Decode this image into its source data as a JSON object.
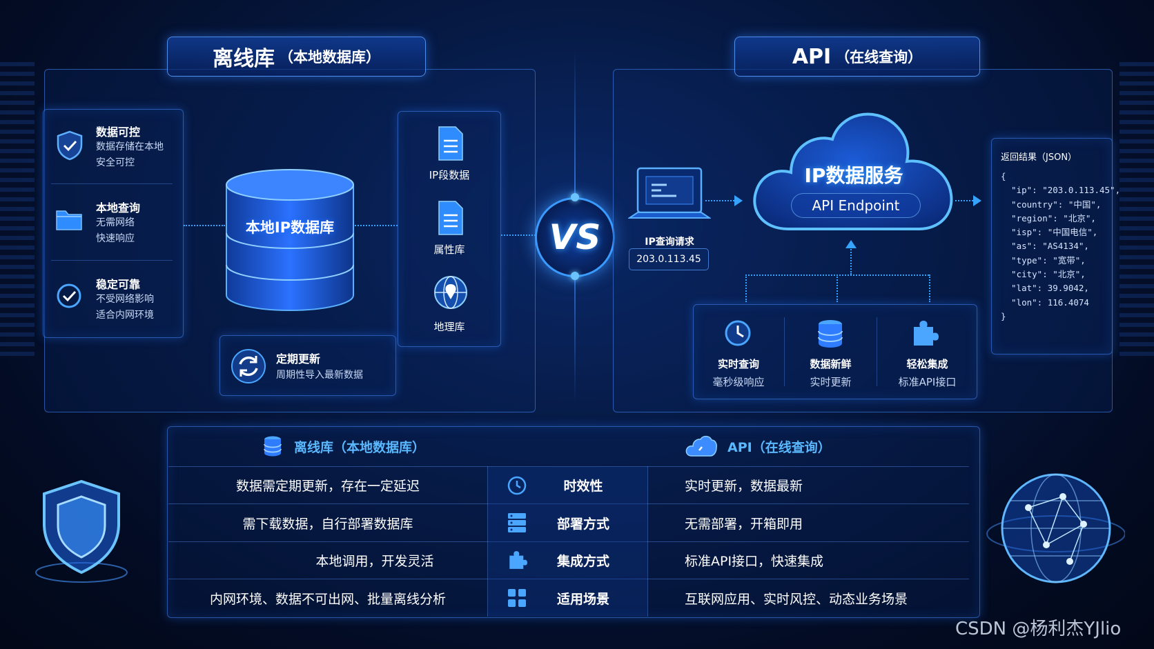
{
  "offline": {
    "title": "离线库",
    "subtitle": "（本地数据库）",
    "features": [
      {
        "title": "数据可控",
        "desc1": "数据存储在本地",
        "desc2": "安全可控"
      },
      {
        "title": "本地查询",
        "desc1": "无需网络",
        "desc2": "快速响应"
      },
      {
        "title": "稳定可靠",
        "desc1": "不受网络影响",
        "desc2": "适合内网环境"
      }
    ],
    "db_label": "本地IP数据库",
    "update_title": "定期更新",
    "update_desc": "周期性导入最新数据",
    "libs": [
      "IP段数据",
      "属性库",
      "地理库"
    ]
  },
  "vs_label": "VS",
  "api": {
    "title": "API",
    "subtitle": "（在线查询）",
    "request_label": "IP查询请求",
    "request_ip": "203.0.113.45",
    "cloud_title": "IP数据服务",
    "cloud_endpoint": "API Endpoint",
    "features": [
      {
        "title": "实时查询",
        "desc": "毫秒级响应"
      },
      {
        "title": "数据新鲜",
        "desc": "实时更新"
      },
      {
        "title": "轻松集成",
        "desc": "标准API接口"
      }
    ],
    "result_title": "返回结果（JSON）",
    "json_lines": [
      "{",
      "  \"ip\": \"203.0.113.45\",",
      "  \"country\": \"中国\",",
      "  \"region\": \"北京\",",
      "  \"isp\": \"中国电信\",",
      "  \"as\": \"AS4134\",",
      "  \"type\": \"宽带\",",
      "  \"city\": \"北京\",",
      "  \"lat\": 39.9042,",
      "  \"lon\": 116.4074",
      "",
      "}"
    ]
  },
  "table": {
    "left_header": "离线库（本地数据库）",
    "right_header": "API（在线查询）",
    "rows": [
      {
        "left": "数据需定期更新，存在一定延迟",
        "label": "时效性",
        "right": "实时更新，数据最新"
      },
      {
        "left": "需下载数据，自行部署数据库",
        "label": "部署方式",
        "right": "无需部署，开箱即用"
      },
      {
        "left": "本地调用，开发灵活",
        "label": "集成方式",
        "right": "标准API接口，快速集成"
      },
      {
        "left": "内网环境、数据不可出网、批量离线分析",
        "label": "适用场景",
        "right": "互联网应用、实时风控、动态业务场景"
      }
    ]
  },
  "watermark": "CSDN @杨利杰YJlio"
}
